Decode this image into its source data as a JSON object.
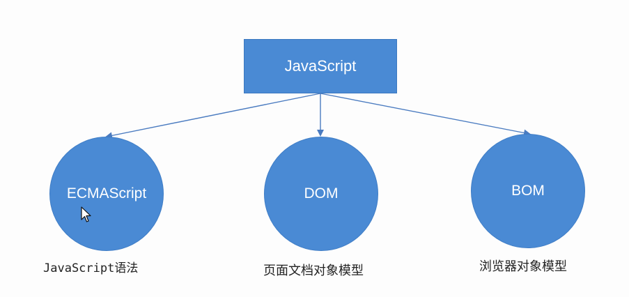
{
  "root": {
    "label": "JavaScript",
    "color": "#4a8ad4"
  },
  "children": [
    {
      "label": "ECMAScript",
      "caption": "JavaScript语法"
    },
    {
      "label": "DOM",
      "caption": "页面文档对象模型"
    },
    {
      "label": "BOM",
      "caption": "浏览器对象模型"
    }
  ],
  "colors": {
    "node_fill": "#4a8ad4",
    "connector": "#4a7bc0",
    "node_text": "#ffffff",
    "caption_text": "#222222"
  },
  "icons": {
    "cursor": "mouse-pointer-icon"
  }
}
